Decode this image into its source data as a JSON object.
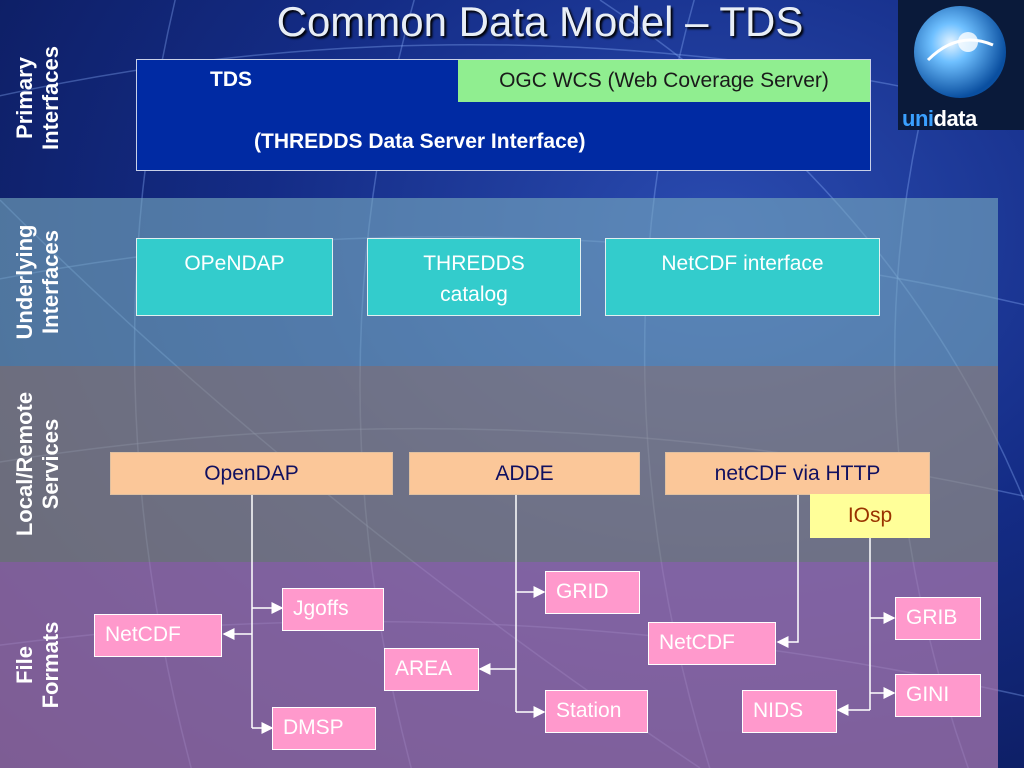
{
  "title": "Common Data Model – TDS",
  "bands": {
    "primary": "Primary Interfaces",
    "underlying": "Underlying Interfaces",
    "local_remote": "Local/Remote Services",
    "file_formats": "File Formats"
  },
  "primary": {
    "tds_label": "TDS",
    "wcs_label": "OGC WCS (Web Coverage Server)",
    "tds_subtitle": "(THREDDS Data Server Interface)"
  },
  "underlying": {
    "opendap": "OPeNDAP",
    "thredds_catalog": "THREDDS catalog",
    "netcdf_interface": "NetCDF interface"
  },
  "services": {
    "opendap": "OpenDAP",
    "adde": "ADDE",
    "netcdf_http": "netCDF via HTTP",
    "iosp": "IOsp"
  },
  "formats": {
    "jgoffs": "Jgoffs",
    "netcdf_left": "NetCDF",
    "dmsp": "DMSP",
    "grid": "GRID",
    "area": "AREA",
    "station": "Station",
    "netcdf_mid": "NetCDF",
    "nids": "NIDS",
    "grib": "GRIB",
    "gini": "GINI"
  },
  "logo": {
    "uni": "uni",
    "data": "data"
  },
  "colors": {
    "tds_box": "#002aa3",
    "wcs_box": "#90ee90",
    "underlying_box": "#33cccc",
    "service_box": "#fbc799",
    "format_box": "#ff99cc",
    "iosp_box": "#ffff99"
  }
}
